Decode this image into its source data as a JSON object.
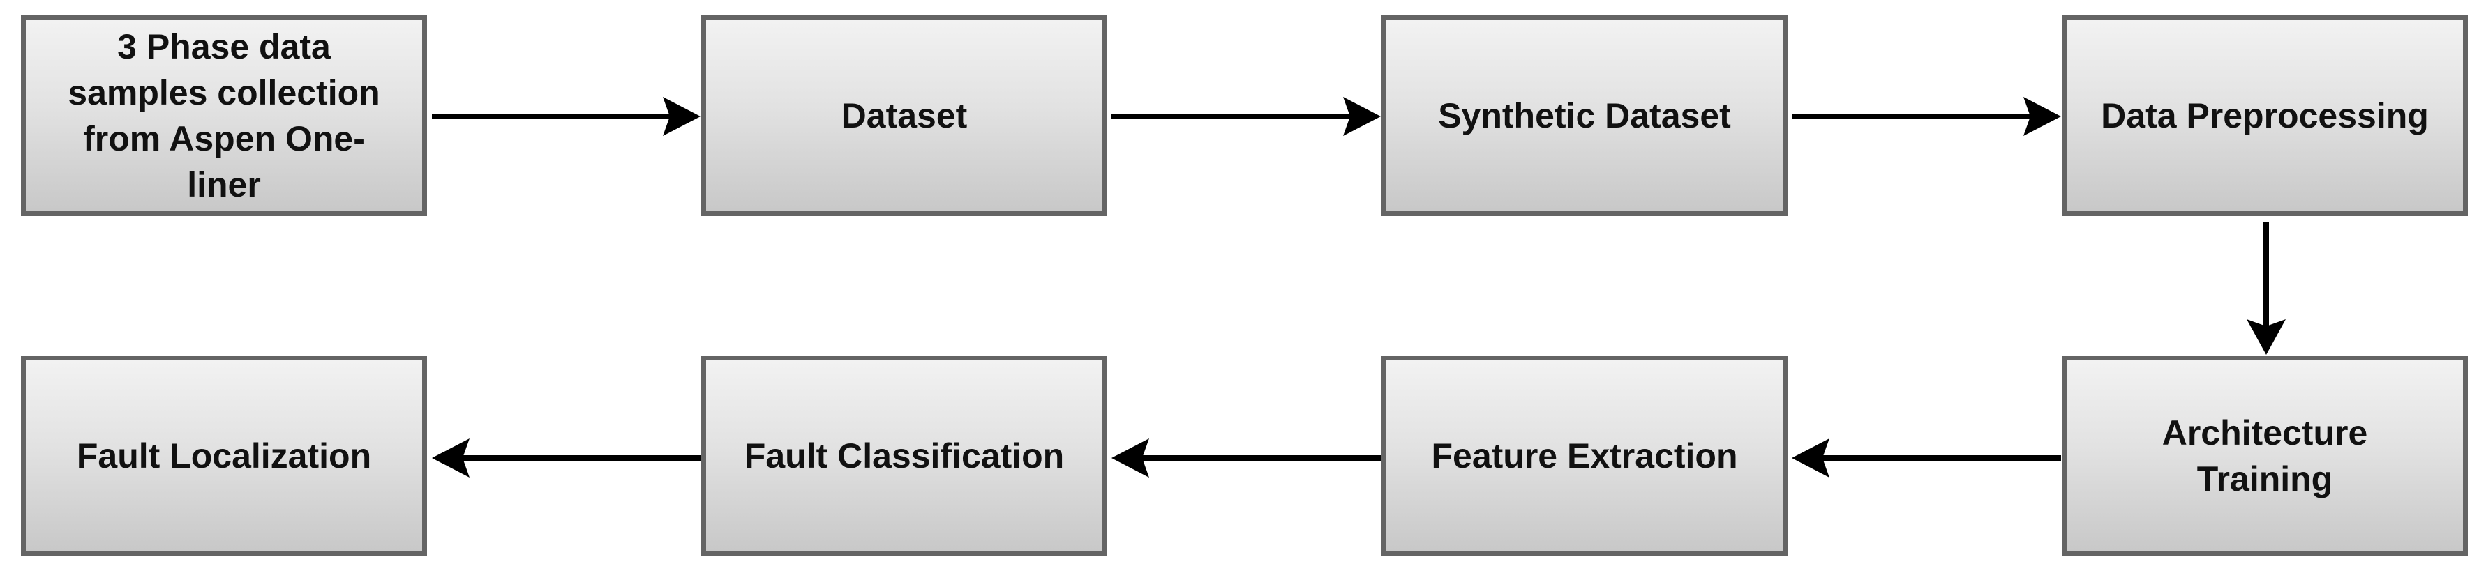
{
  "diagram": {
    "nodes": [
      {
        "id": "n1",
        "label": "3 Phase data\nsamples collection\nfrom Aspen One-\nliner"
      },
      {
        "id": "n2",
        "label": "Dataset"
      },
      {
        "id": "n3",
        "label": "Synthetic Dataset"
      },
      {
        "id": "n4",
        "label": "Data Preprocessing"
      },
      {
        "id": "n5",
        "label": "Architecture\nTraining"
      },
      {
        "id": "n6",
        "label": "Feature Extraction"
      },
      {
        "id": "n7",
        "label": "Fault Classification"
      },
      {
        "id": "n8",
        "label": "Fault Localization"
      }
    ],
    "edges": [
      {
        "from": "n1",
        "to": "n2"
      },
      {
        "from": "n2",
        "to": "n3"
      },
      {
        "from": "n3",
        "to": "n4"
      },
      {
        "from": "n4",
        "to": "n5"
      },
      {
        "from": "n5",
        "to": "n6"
      },
      {
        "from": "n6",
        "to": "n7"
      },
      {
        "from": "n7",
        "to": "n8"
      }
    ]
  }
}
